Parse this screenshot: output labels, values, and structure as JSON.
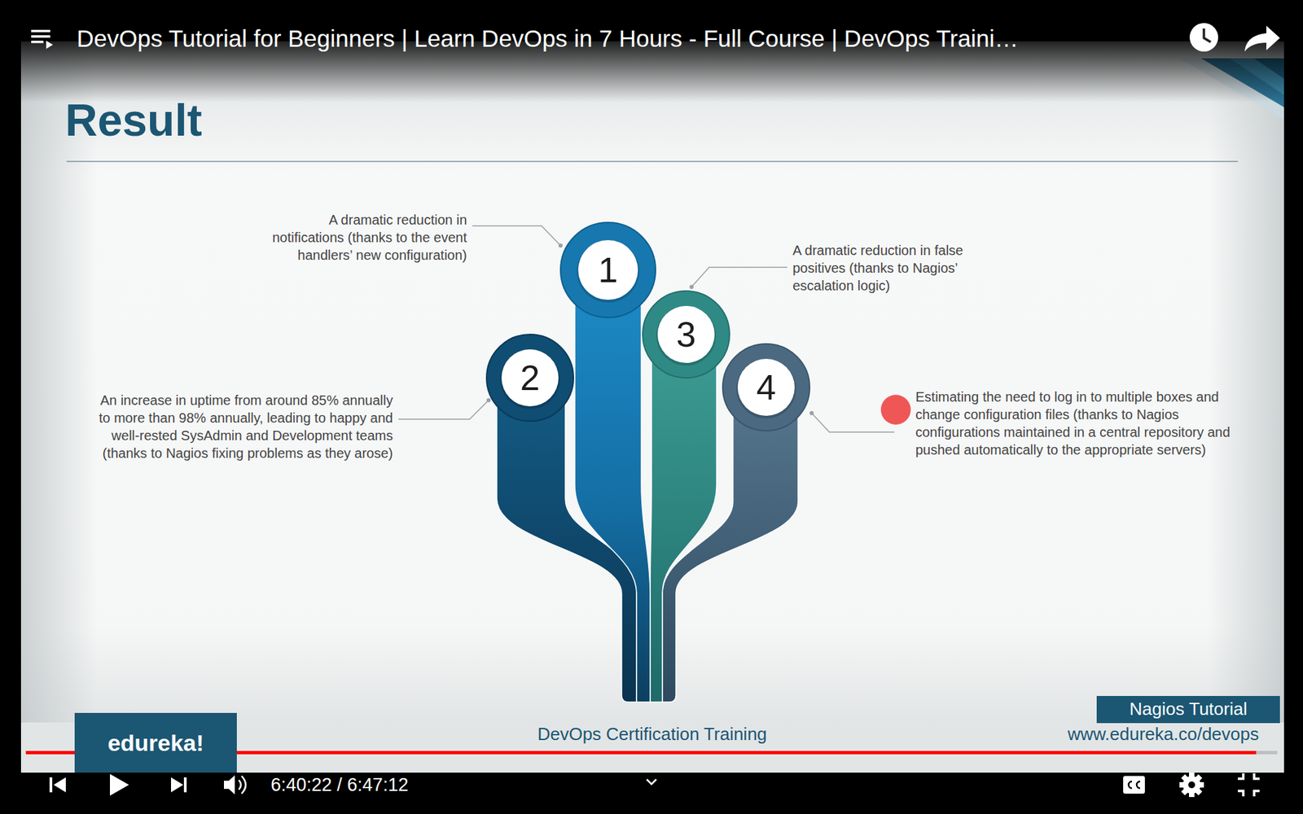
{
  "diagram": {
    "title": "Result",
    "nodes": [
      {
        "text": [
          "1"
        ]
      },
      {
        "text": [
          "2"
        ]
      },
      {
        "text": [
          "3"
        ]
      },
      {
        "text": [
          "4"
        ]
      },
      {
        "text": [
          "Nagios Tutorial"
        ]
      },
      {
        "text": [
          "edureka!"
        ]
      }
    ],
    "labels": [
      "DevOps Tutorial for Beginners | Learn DevOps in 7 Hours - Full Course | DevOps Traini…",
      "A dramatic reduction in notifications (thanks to the event handlers’ new configuration)",
      "A dramatic reduction in false positives (thanks to Nagios’ escalation logic)",
      "An increase in uptime from around 85% annually to more than 98% annually, leading to happy and well-rested SysAdmin and Development teams (thanks to Nagios fixing problems as they arose)",
      "Estimating the need to log in to multiple boxes and change configuration files (thanks to Nagios configurations maintained in a central repository and pushed automatically to the appropriate servers)",
      "DevOps Certification Training",
      "www.edureka.co/devops",
      "6:40:22 / 6:47:12"
    ]
  }
}
